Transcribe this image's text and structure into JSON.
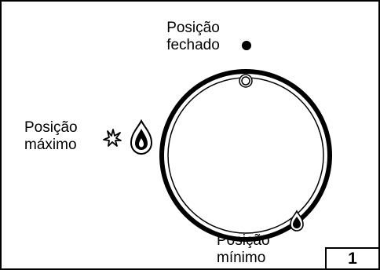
{
  "labels": {
    "fechado": [
      "Posição",
      "fechado"
    ],
    "maximo": [
      "Posição",
      "máximo"
    ],
    "minimo": [
      "Posição",
      "mínimo"
    ]
  },
  "figure_number": "1",
  "icons": {
    "closed": "filled-dot-icon",
    "max_spark": "spark-icon",
    "max_flame": "large-flame-icon",
    "min_flame": "small-flame-icon",
    "knob_marker": "knob-indicator-ring-icon"
  },
  "colors": {
    "stroke": "#000000",
    "background": "#ffffff"
  }
}
